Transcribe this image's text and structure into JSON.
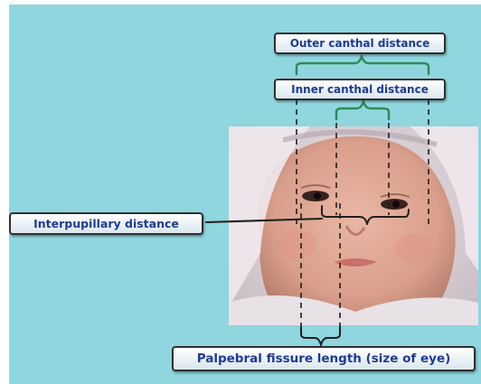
{
  "labels": {
    "outer_canthal": "Outer canthal distance",
    "inner_canthal": "Inner canthal distance",
    "interpupillary": "Interpupillary distance",
    "palpebral_fissure": "Palpebral fissure length (size of eye)"
  },
  "colors": {
    "slide_background": "#8fd6df",
    "label_text": "#1f3a93",
    "bracket_line": "#2e8b57",
    "measure_line": "#2a2a2a"
  }
}
